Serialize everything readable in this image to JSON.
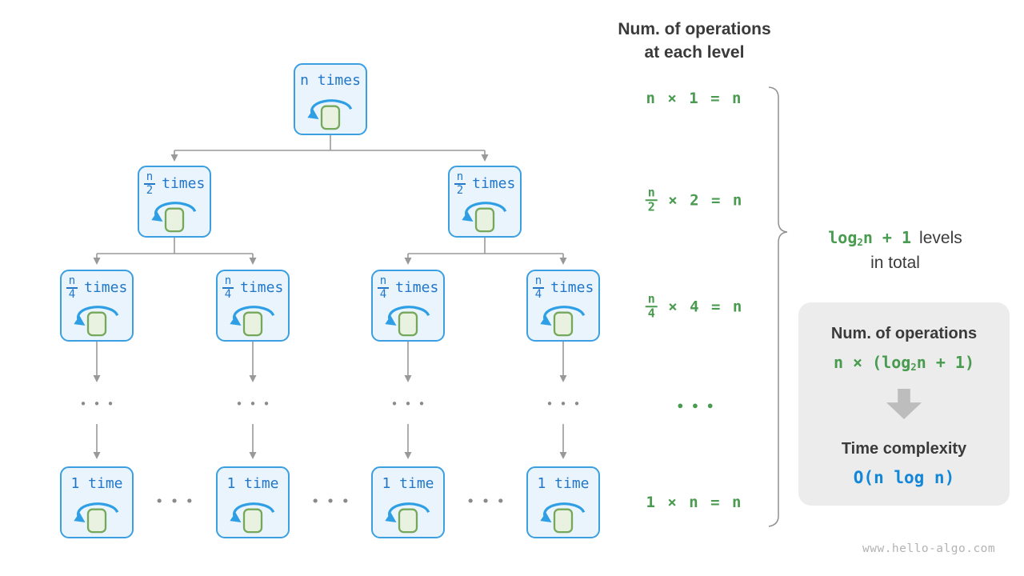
{
  "header": {
    "line1": "Num. of operations",
    "line2": "at each level"
  },
  "tree": {
    "root": {
      "label": "n times"
    },
    "level2": {
      "numerator": "n",
      "denominator": "2",
      "suffix": "times"
    },
    "level3": {
      "numerator": "n",
      "denominator": "4",
      "suffix": "times"
    },
    "leaf": {
      "label": "1 time"
    },
    "vertical_ellipsis": "•••",
    "horizontal_ellipsis": "•••"
  },
  "equations": {
    "level1": "n × 1 = n",
    "level2": {
      "numerator": "n",
      "denominator": "2",
      "rest": " × 2 = n"
    },
    "level3": {
      "numerator": "n",
      "denominator": "4",
      "rest": " × 4 = n"
    },
    "ellipsis": "•••",
    "leaf": "1 × n = n"
  },
  "levels_note": {
    "pre": "log",
    "sub": "2",
    "post": "n + 1",
    "rest": "levels",
    "line2": "in total"
  },
  "summary": {
    "title": "Num. of operations",
    "formula_pre": "n × (log",
    "formula_sub": "2",
    "formula_post": "n + 1)",
    "subtitle": "Time complexity",
    "complexity": "O(n log n)"
  },
  "watermark": "www.hello-algo.com",
  "colors": {
    "box_fill": "#e9f4fc",
    "box_stroke": "#3b9fe2",
    "box_text": "#2277c9",
    "loop_blue": "#2f9fe5",
    "square_fill": "#e9f2e0",
    "square_stroke": "#76a85c",
    "green": "#489b4f",
    "dark_text": "#3a3a3a",
    "gray_line": "#999999",
    "panel_bg": "#ececec",
    "complexity_blue": "#1287d8",
    "watermark_gray": "#b3b3b3"
  }
}
